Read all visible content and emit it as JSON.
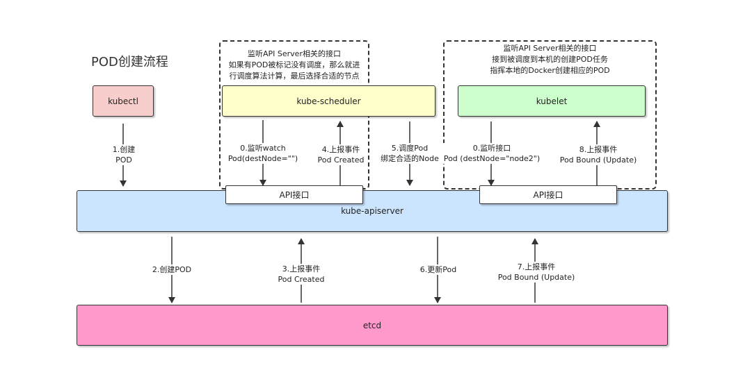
{
  "title": "POD创建流程",
  "nodes": {
    "kubectl": "kubectl",
    "scheduler": "kube-scheduler",
    "kubelet": "kubelet",
    "apiserver": "kube-apiserver",
    "api_left": "API接口",
    "api_right": "API接口",
    "etcd": "etcd"
  },
  "notes": {
    "scheduler": [
      "监听API Server相关的接口",
      "如果有POD被标记没有调度，那么就进",
      "行调度算法计算，最后选择合适的节点"
    ],
    "kubelet": [
      "监听API Server相关的接口",
      "接到被调度到本机的创建POD任务",
      "指挥本地的Docker创建相应的POD"
    ]
  },
  "edges": {
    "e1": [
      "1.创建",
      "POD"
    ],
    "e0a": [
      "0.监听watch",
      "Pod(destNode=\"\")"
    ],
    "e4": [
      "4.上报事件",
      "Pod Created"
    ],
    "e5": [
      "5.调度Pod",
      "绑定合适的Node"
    ],
    "e0b": [
      "0.监听接口",
      "Pod (destNode=\"node2\")"
    ],
    "e8": [
      "8.上报事件",
      "Pod Bound (Update)"
    ],
    "e2": [
      "2.创建POD"
    ],
    "e3": [
      "3.上报事件",
      "Pod Created"
    ],
    "e6": [
      "6.更新Pod"
    ],
    "e7": [
      "7.上报事件",
      "Pod Bound (Update)"
    ]
  },
  "colors": {
    "kubectl": "#f8cecc",
    "scheduler": "#ffffcc",
    "kubelet": "#ccffcc",
    "apiserver": "#cce5ff",
    "api_box": "#ffffff",
    "etcd": "#ff99cc",
    "stroke": "#333333"
  }
}
